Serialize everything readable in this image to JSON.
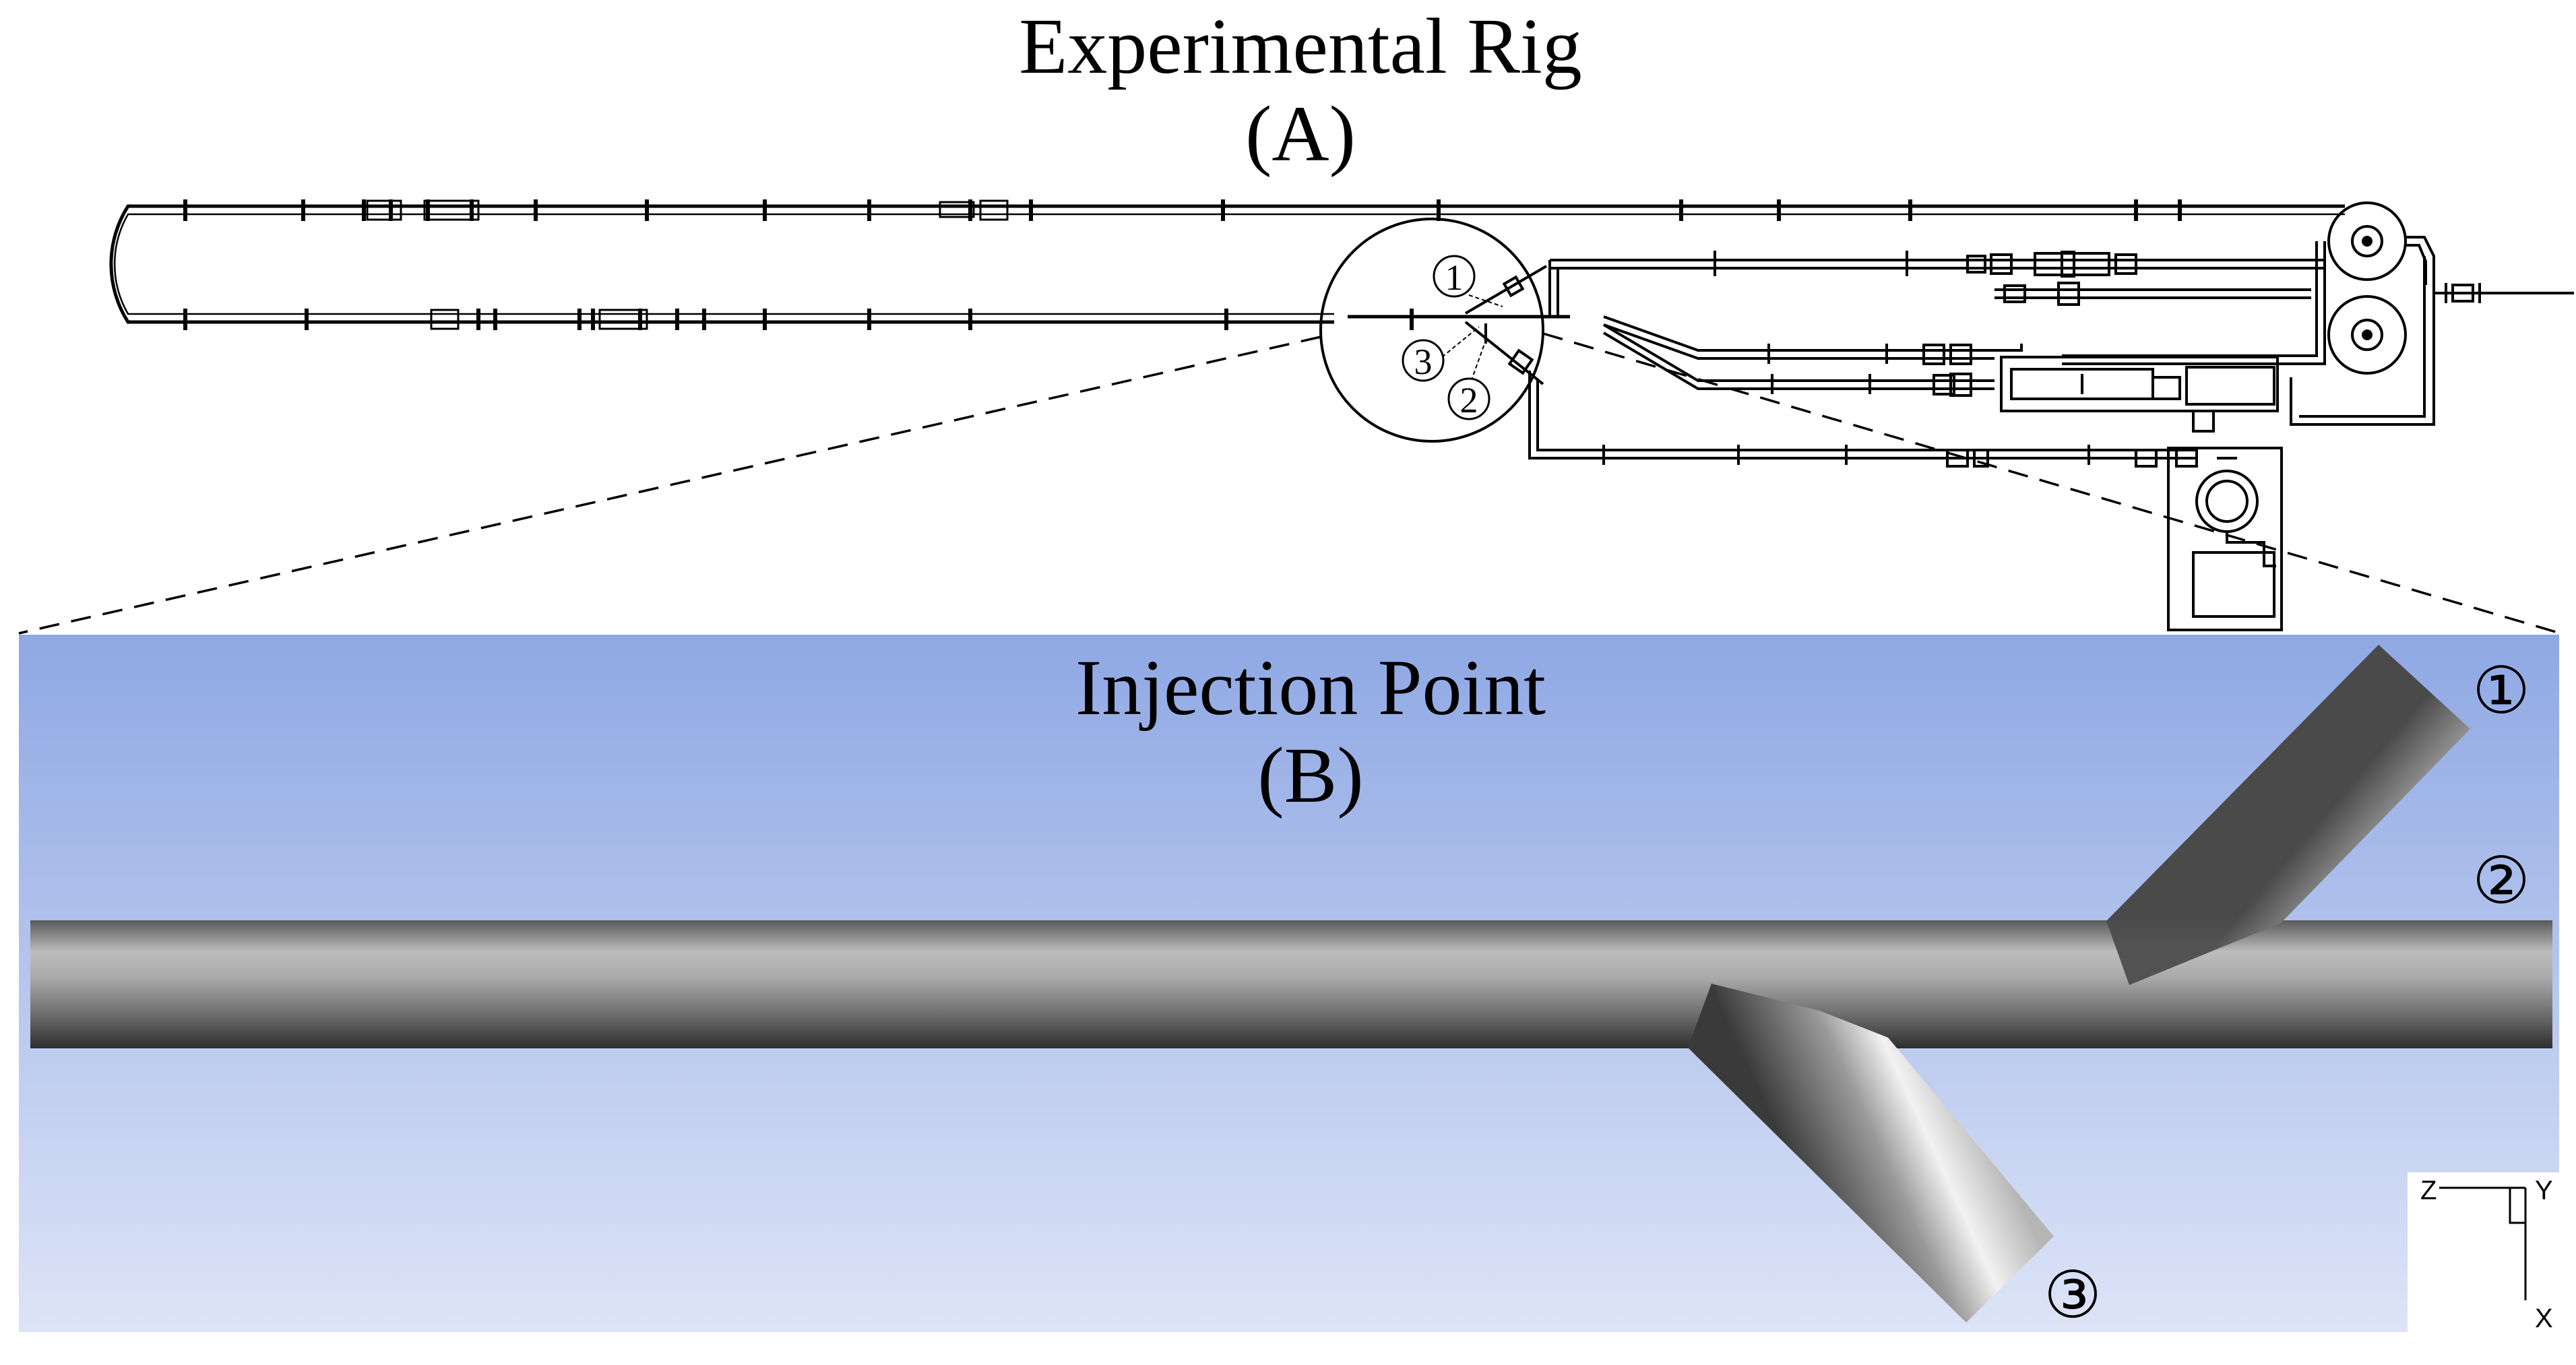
{
  "panel_a": {
    "title": "Experimental Rig",
    "label": "(A)"
  },
  "panel_b": {
    "title": "Injection Point",
    "label": "(B)"
  },
  "markers": {
    "one": "①",
    "two": "②",
    "three": "③",
    "a_one": "1",
    "a_two": "2",
    "a_three": "3"
  },
  "axes_triad": {
    "z": "Z",
    "y": "Y",
    "x": "X"
  },
  "colors": {
    "background_top": "#8fa8e4",
    "background_bottom": "#dde4f7",
    "pipe_dark": "#333333",
    "pipe_light": "#c8c8c8",
    "line": "#000000"
  }
}
